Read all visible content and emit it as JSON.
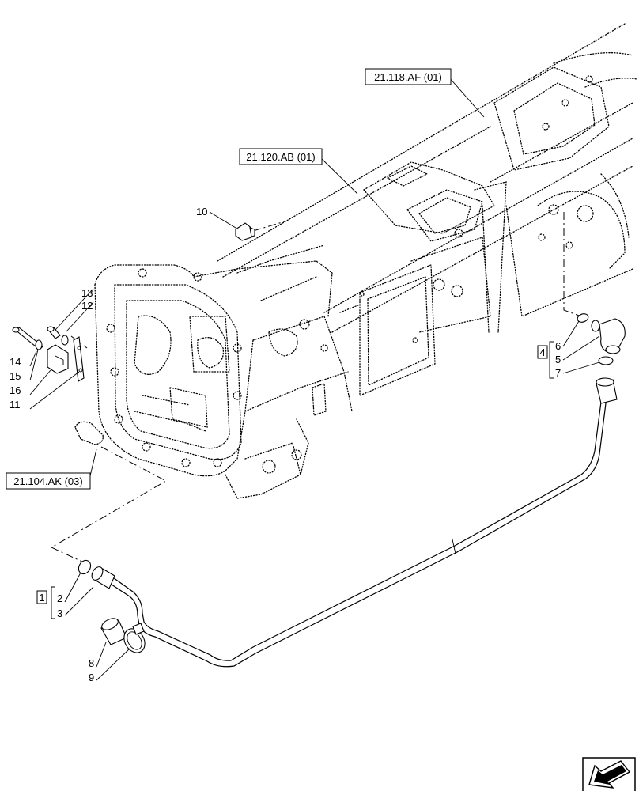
{
  "refs": {
    "r1": "21.118.AF (01)",
    "r2": "21.120.AB (01)",
    "r3": "21.104.AK (03)"
  },
  "callouts": {
    "c1": "1",
    "c2": "2",
    "c3": "3",
    "c4": "4",
    "c5": "5",
    "c6": "6",
    "c7": "7",
    "c8": "8",
    "c9": "9",
    "c10": "10",
    "c11": "11",
    "c12": "12",
    "c13": "13",
    "c14": "14",
    "c15": "15",
    "c16": "16"
  },
  "nav_icon": "arrow-back-icon"
}
